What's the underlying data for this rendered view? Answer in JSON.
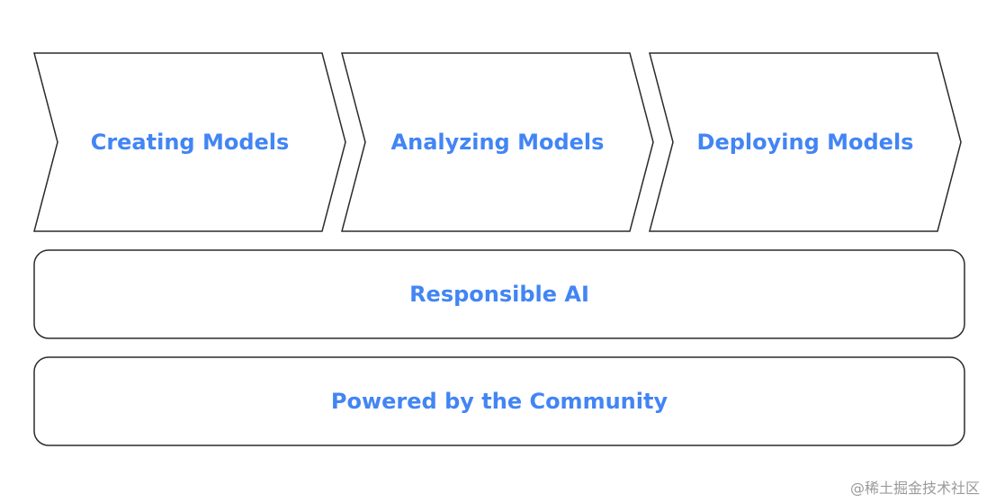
{
  "colors": {
    "label_blue": "#4285f4",
    "stroke": "#2b2b2b",
    "watermark": "#9a9a9a"
  },
  "stages": [
    {
      "label": "Creating Models"
    },
    {
      "label": "Analyzing Models"
    },
    {
      "label": "Deploying Models"
    }
  ],
  "layers": [
    {
      "label": "Responsible AI"
    },
    {
      "label": "Powered by the Community"
    }
  ],
  "watermark": "@稀土掘金技术社区"
}
